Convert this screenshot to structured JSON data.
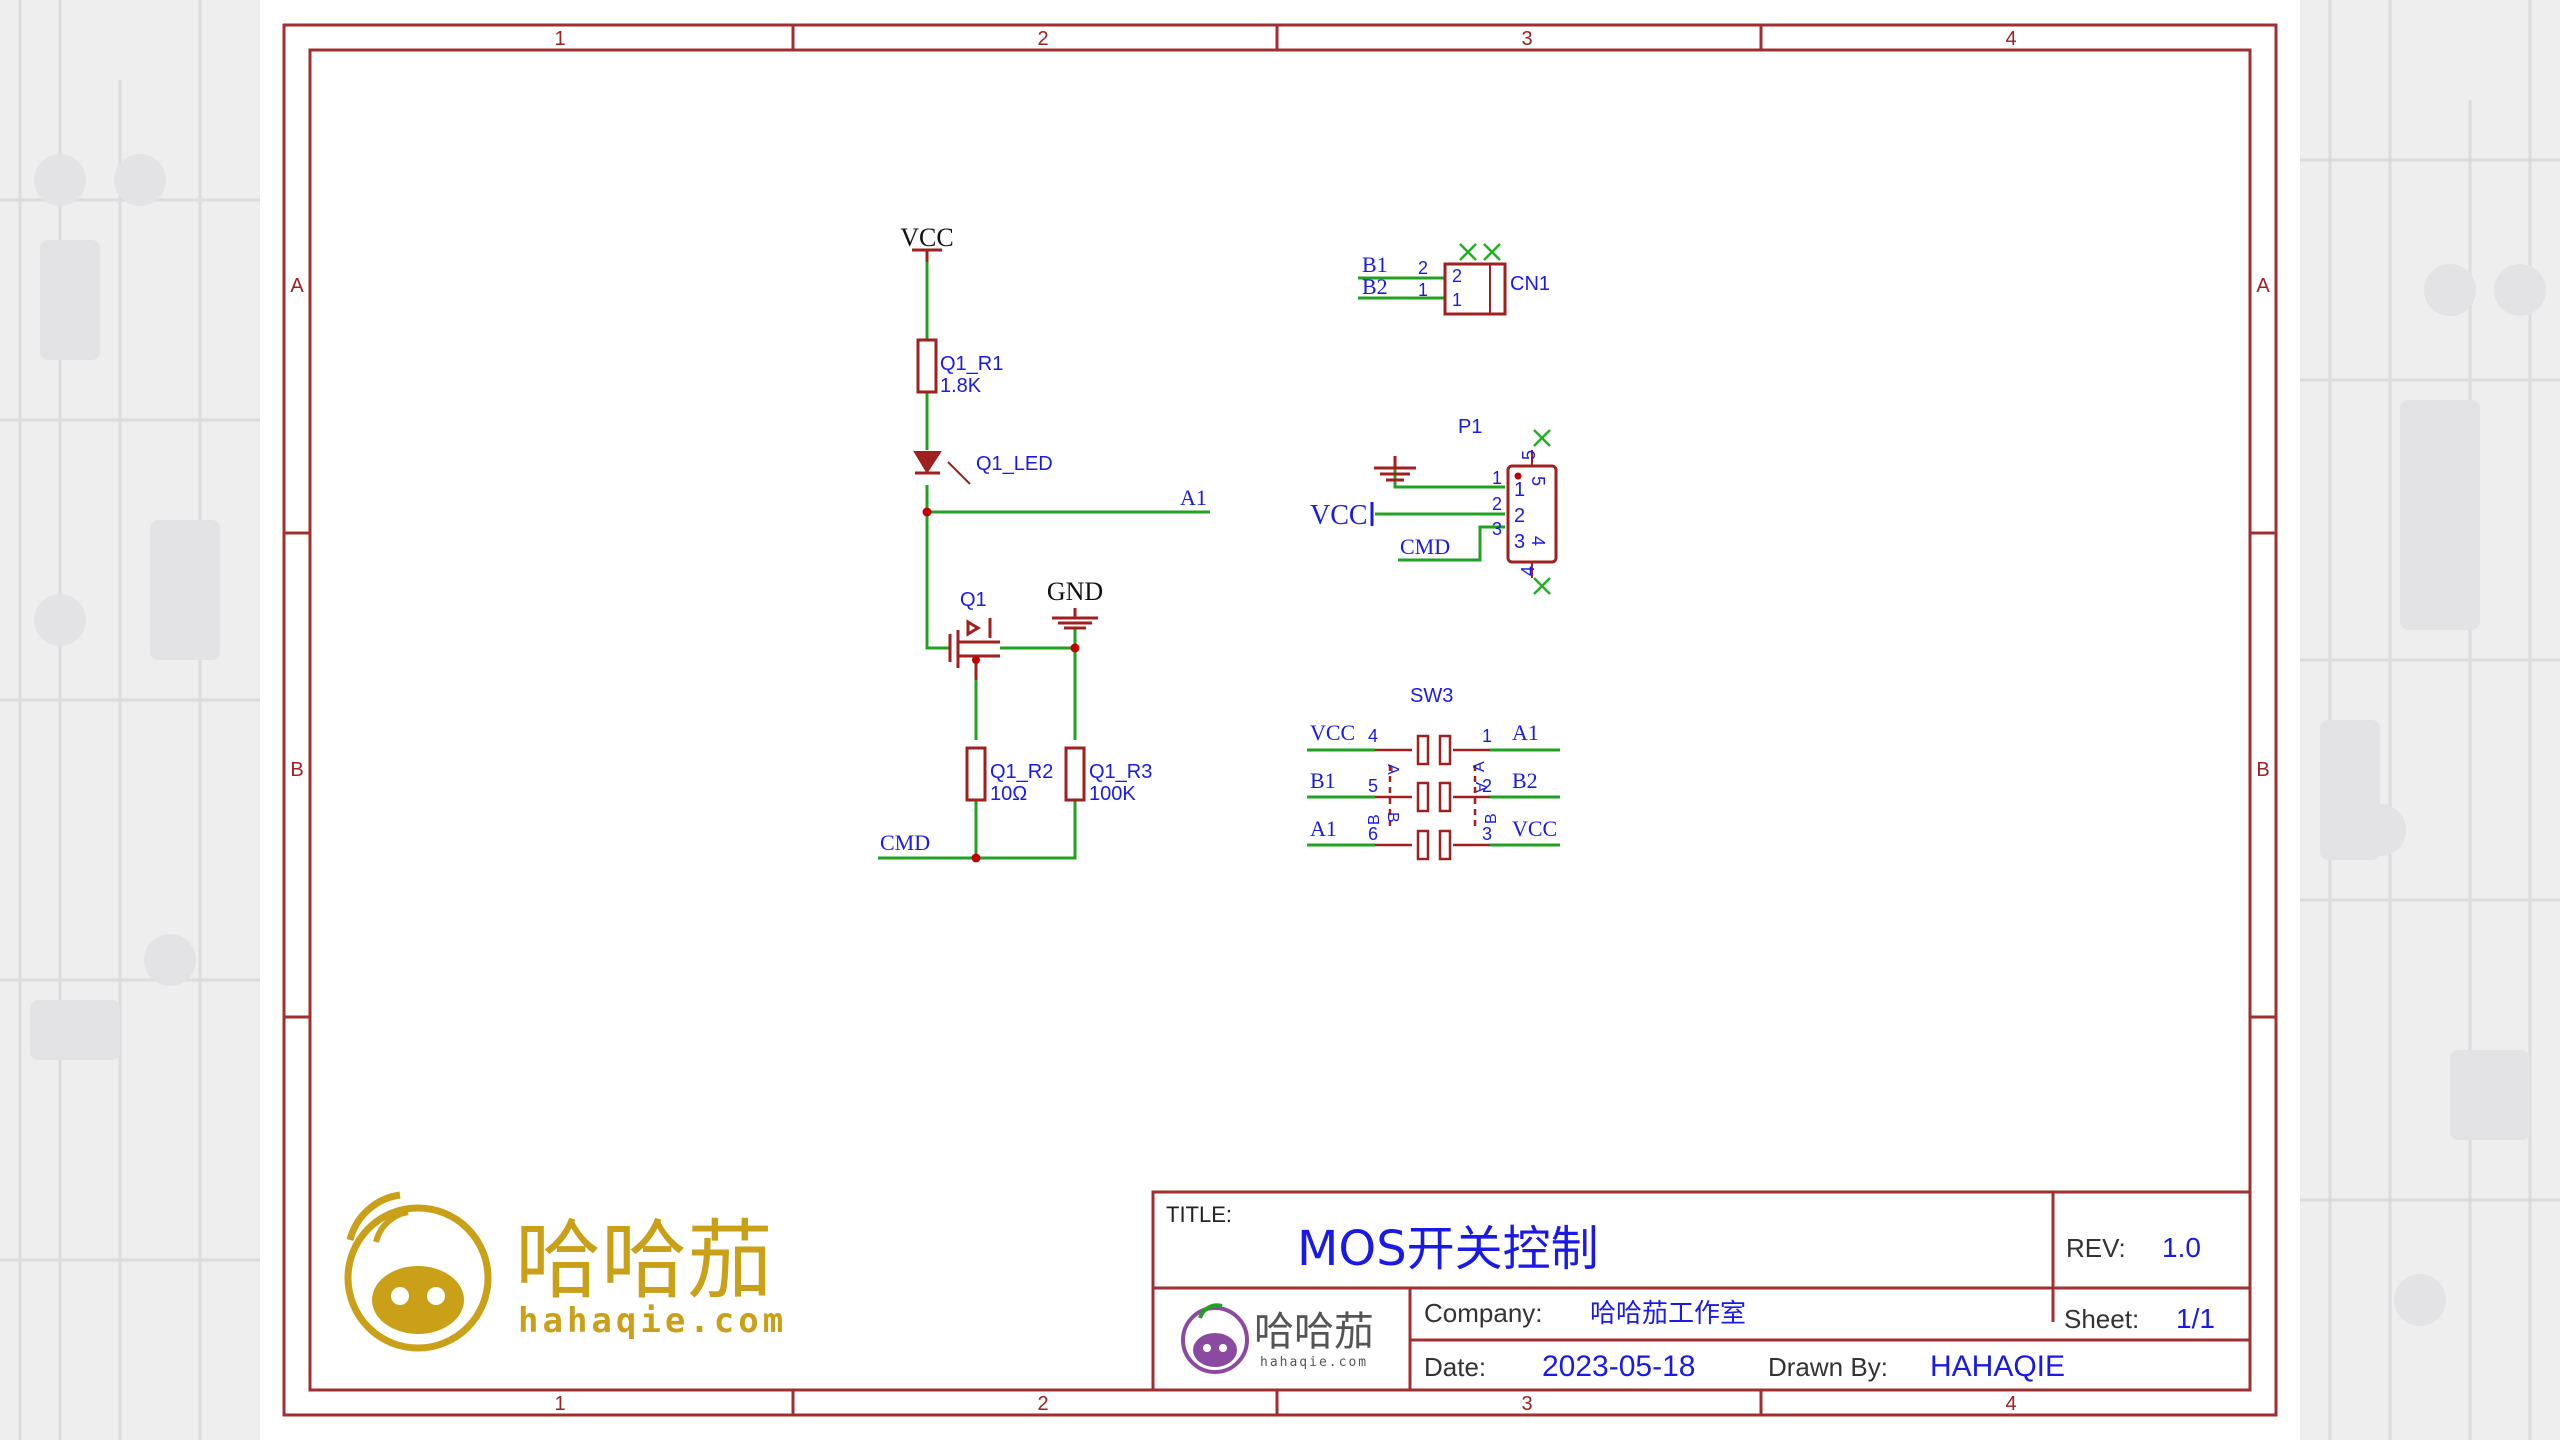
{
  "frame": {
    "columns": [
      "1",
      "2",
      "3",
      "4"
    ],
    "rows": [
      "A",
      "B"
    ]
  },
  "schematic": {
    "vcc_top": "VCC",
    "r1_name": "Q1_R1",
    "r1_value": "1.8K",
    "led_name": "Q1_LED",
    "net_a1": "A1",
    "q1_name": "Q1",
    "gnd": "GND",
    "r2_name": "Q1_R2",
    "r2_value": "10Ω",
    "r3_name": "Q1_R3",
    "r3_value": "100K",
    "cmd": "CMD",
    "cn1": {
      "name": "CN1",
      "net_b1": "B1",
      "net_b2": "B2",
      "pin2": "2",
      "pin1": "1"
    },
    "p1": {
      "name": "P1",
      "vcc": "VCC",
      "cmd": "CMD",
      "pins_outer": [
        "1",
        "2",
        "3"
      ],
      "pins_inner": [
        "1",
        "2",
        "3"
      ],
      "pin5": "5",
      "pin4": "4"
    },
    "sw3": {
      "name": "SW3",
      "left_nets": [
        "VCC",
        "B1",
        "A1"
      ],
      "right_nets": [
        "A1",
        "B2",
        "VCC"
      ],
      "left_pins": [
        "4",
        "5",
        "6"
      ],
      "right_pins": [
        "1",
        "2",
        "3"
      ],
      "inner_left": [
        "A",
        "B",
        "B"
      ],
      "inner_right": [
        "A",
        "A",
        "B"
      ]
    }
  },
  "title_block": {
    "title_label": "TITLE:",
    "title": "MOS开关控制",
    "rev_label": "REV:",
    "rev": "1.0",
    "company_label": "Company:",
    "company": "哈哈茄工作室",
    "sheet_label": "Sheet:",
    "sheet": "1/1",
    "date_label": "Date:",
    "date": "2023-05-18",
    "drawn_label": "Drawn By:",
    "drawn": "HAHAQIE",
    "small_logo_text": "哈哈茄",
    "small_logo_sub": "hahaqie.com"
  },
  "logo": {
    "name": "哈哈茄",
    "url": "hahaqie.com"
  },
  "colors": {
    "frame": "#a03030",
    "wire": "#22a022",
    "part": "#a02020",
    "net": "#1a1ae6",
    "logo": "#c9a018"
  }
}
